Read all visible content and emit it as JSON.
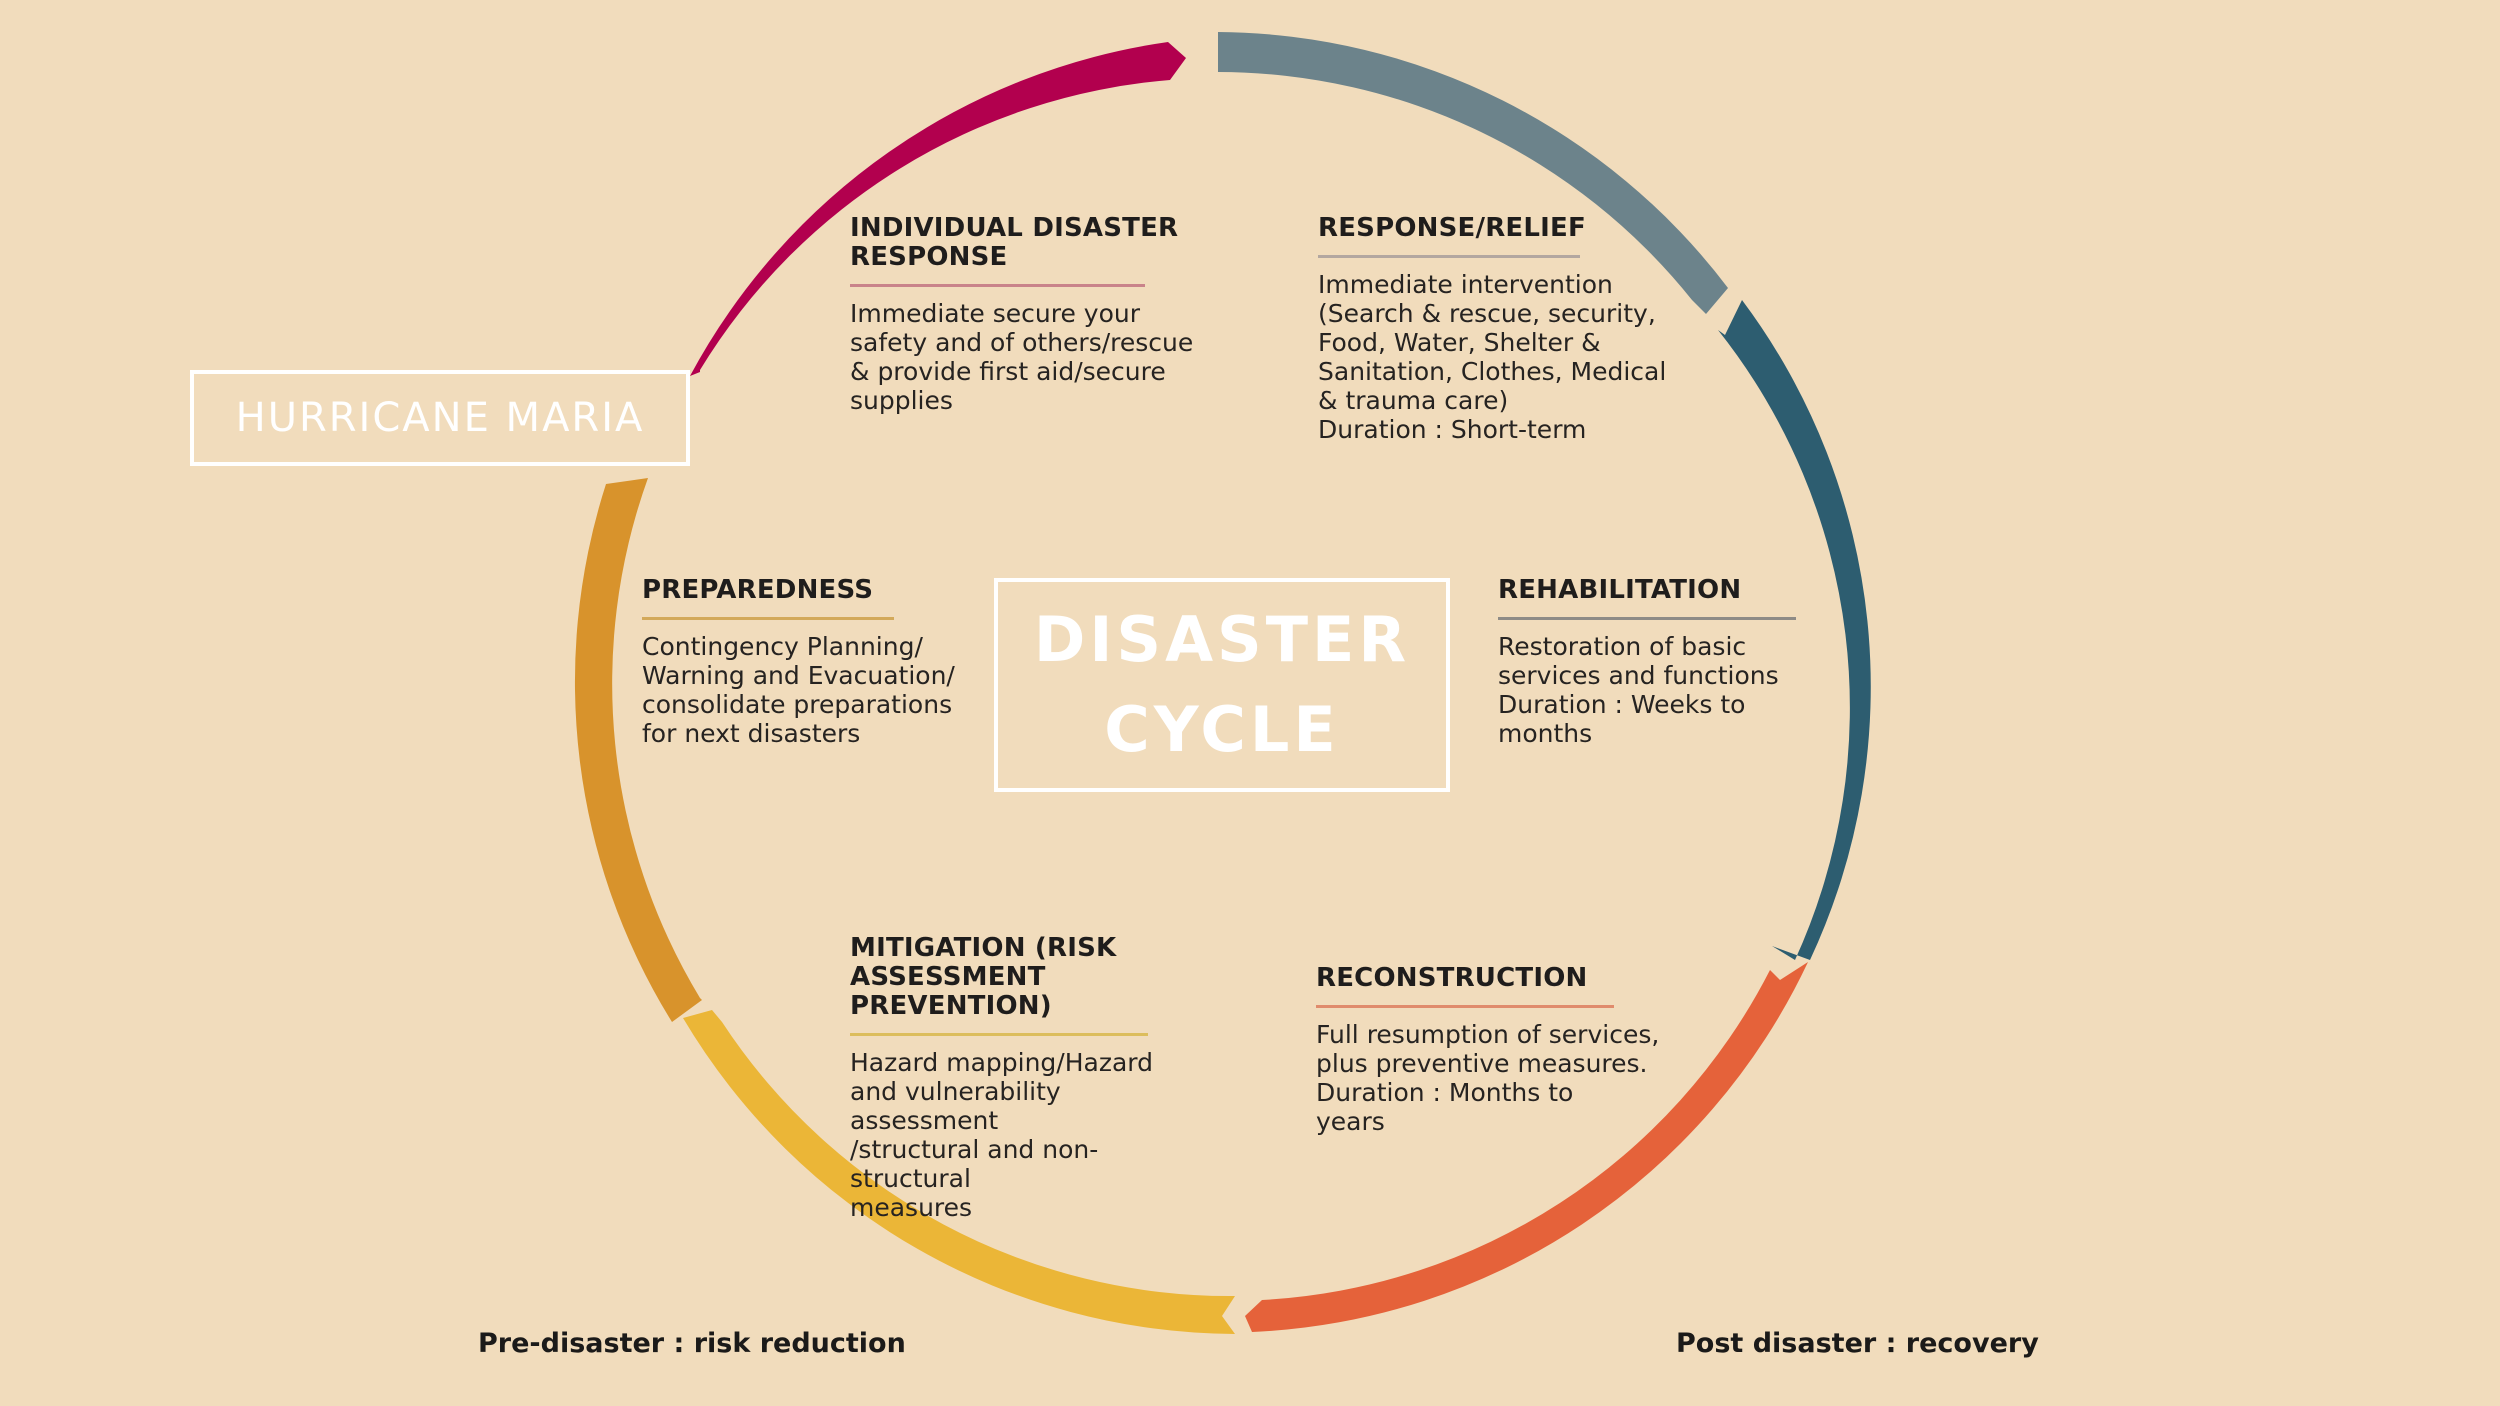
{
  "badge": {
    "text": "HURRICANE MARIA"
  },
  "center": {
    "line1": "DISASTER",
    "line2": "CYCLE"
  },
  "phases": {
    "individual": {
      "title": "INDIVIDUAL DISASTER RESPONSE",
      "body": "Immediate secure your\nsafety and of others/rescue\n& provide first aid/secure\nsupplies",
      "color": "#b2004e"
    },
    "response": {
      "title": "RESPONSE/RELIEF",
      "body": "Immediate intervention\n(Search & rescue, security,\nFood, Water, Shelter &\nSanitation, Clothes, Medical\n& trauma care)\nDuration : Short-term",
      "color": "#6c838b"
    },
    "rehabilitation": {
      "title": "REHABILITATION",
      "body": "Restoration of basic\nservices and functions\nDuration : Weeks to\n              months",
      "color": "#2d5d70"
    },
    "reconstruction": {
      "title": "RECONSTRUCTION",
      "body": "Full resumption of services,\nplus preventive measures.\nDuration : Months to\n              years",
      "color": "#e5623a"
    },
    "mitigation": {
      "title": "MITIGATION (RISK ASSESSMENT PREVENTION)",
      "body": "Hazard mapping/Hazard\nand vulnerability assessment\n/structural and non-structural\nmeasures",
      "color": "#ebb637"
    },
    "preparedness": {
      "title": "PREPAREDNESS",
      "body": "Contingency Planning/\nWarning and Evacuation/\nconsolidate preparations\nfor next disasters",
      "color": "#d8932c"
    }
  },
  "footer": {
    "left": "Pre-disaster : risk reduction",
    "right": "Post disaster : recovery"
  }
}
